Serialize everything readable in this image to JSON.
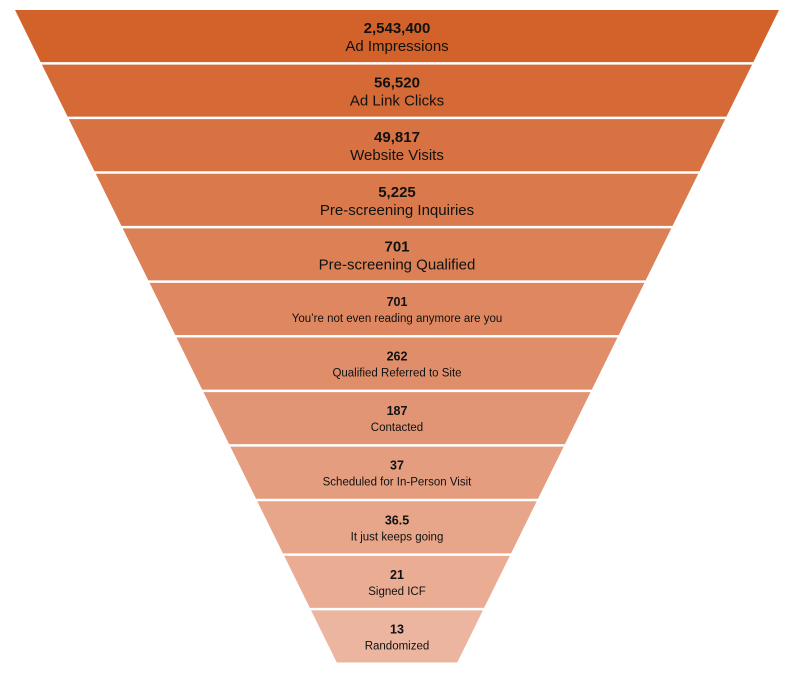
{
  "chart_data": {
    "type": "funnel",
    "stages": [
      {
        "value": "2,543,400",
        "label": "Ad Impressions",
        "color": "#D2622A"
      },
      {
        "value": "56,520",
        "label": "Ad Link Clicks",
        "color": "#D56A36"
      },
      {
        "value": "49,817",
        "label": "Website Visits",
        "color": "#D87242"
      },
      {
        "value": "5,225",
        "label": "Pre-screening Inquiries",
        "color": "#DA7A4C"
      },
      {
        "value": "701",
        "label": "Pre-screening Qualified",
        "color": "#DC8056"
      },
      {
        "value": "701",
        "label": "You’re not even reading anymore are you",
        "color": "#DE8760"
      },
      {
        "value": "262",
        "label": "Qualified Referred to Site",
        "color": "#E08E6A"
      },
      {
        "value": "187",
        "label": "Contacted",
        "color": "#E29574"
      },
      {
        "value": "37",
        "label": "Scheduled for In-Person Visit",
        "color": "#E59D7F"
      },
      {
        "value": "36.5",
        "label": "It just keeps going",
        "color": "#E7A589"
      },
      {
        "value": "21",
        "label": "Signed ICF",
        "color": "#EAAD94"
      },
      {
        "value": "13",
        "label": "Randomized",
        "color": "#ECB59F"
      }
    ]
  }
}
